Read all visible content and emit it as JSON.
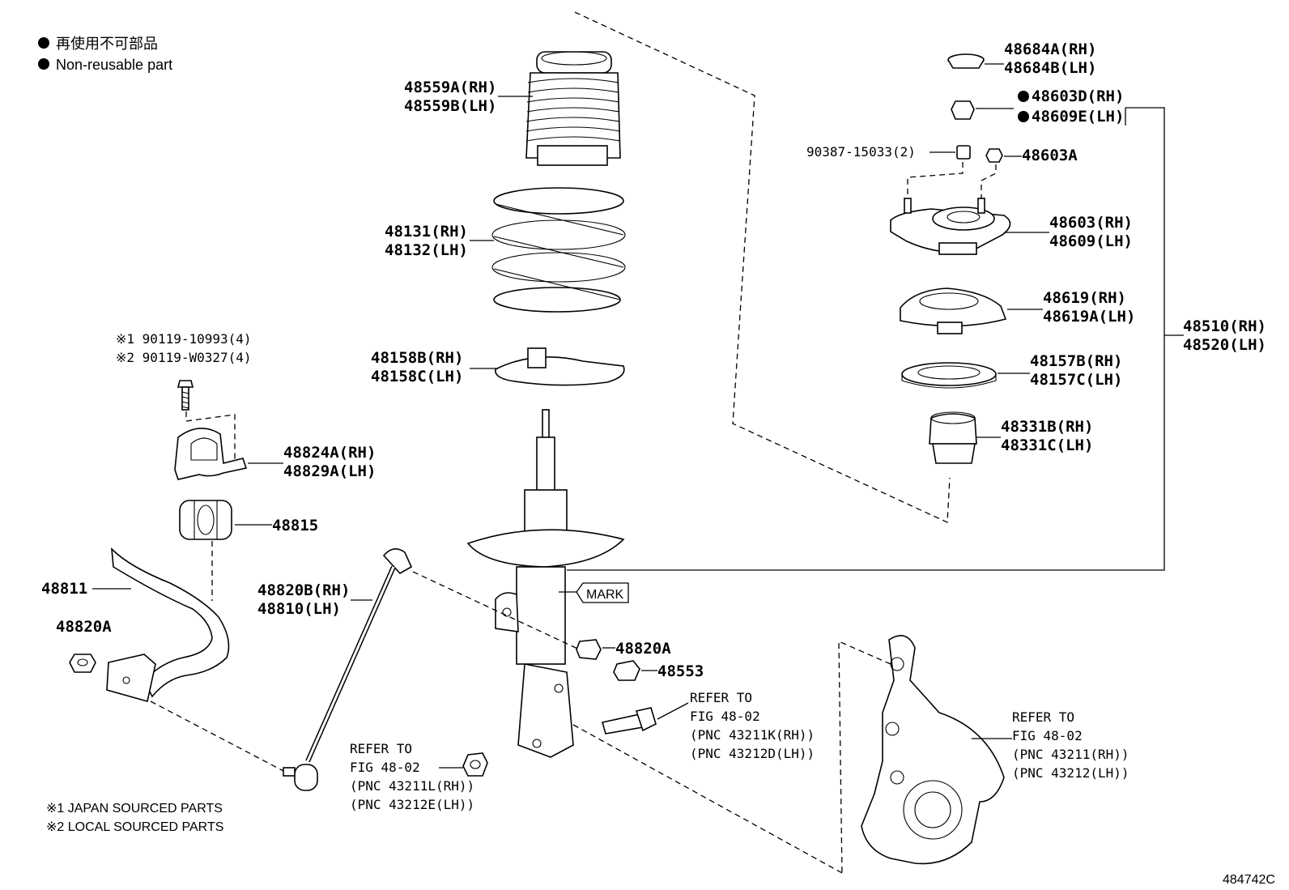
{
  "legend": {
    "ja": "再使用不可部品",
    "en": "Non-reusable part"
  },
  "notes": {
    "japan": "※1 JAPAN SOURCED PARTS",
    "local": "※2 LOCAL SOURCED PARTS"
  },
  "diagram_id": "484742C",
  "labels": {
    "p48559": [
      "48559A(RH)",
      "48559B(LH)"
    ],
    "p48131": [
      "48131(RH)",
      "48132(LH)"
    ],
    "p48158": [
      "48158B(RH)",
      "48158C(LH)"
    ],
    "bolt": [
      "※1 90119-10993(4)",
      "※2 90119-W0327(4)"
    ],
    "p48824": [
      "48824A(RH)",
      "48829A(LH)"
    ],
    "p48815": "48815",
    "p48811": "48811",
    "p48820A_left": "48820A",
    "p48820B": [
      "48820B(RH)",
      "48810(LH)"
    ],
    "mark": "MARK",
    "p48820A_mid": "48820A",
    "p48553": "48553",
    "refer_bolt": [
      "REFER TO",
      "FIG 48-02",
      "(PNC 43211K(RH))",
      "(PNC 43212D(LH))"
    ],
    "refer_nut": [
      "REFER TO",
      "FIG 48-02",
      "(PNC 43211L(RH))",
      "(PNC 43212E(LH))"
    ],
    "refer_knuckle": [
      "REFER TO",
      "FIG 48-02",
      "(PNC 43211(RH))",
      "(PNC 43212(LH))"
    ],
    "p48684": [
      "48684A(RH)",
      "48684B(LH)"
    ],
    "p48603D": [
      "48603D(RH)",
      "48609E(LH)"
    ],
    "p90387": "90387-15033(2)",
    "p48603A": "48603A",
    "p48603": [
      "48603(RH)",
      "48609(LH)"
    ],
    "p48619": [
      "48619(RH)",
      "48619A(LH)"
    ],
    "p48157": [
      "48157B(RH)",
      "48157C(LH)"
    ],
    "p48331": [
      "48331B(RH)",
      "48331C(LH)"
    ],
    "p48510": [
      "48510(RH)",
      "48520(LH)"
    ]
  }
}
